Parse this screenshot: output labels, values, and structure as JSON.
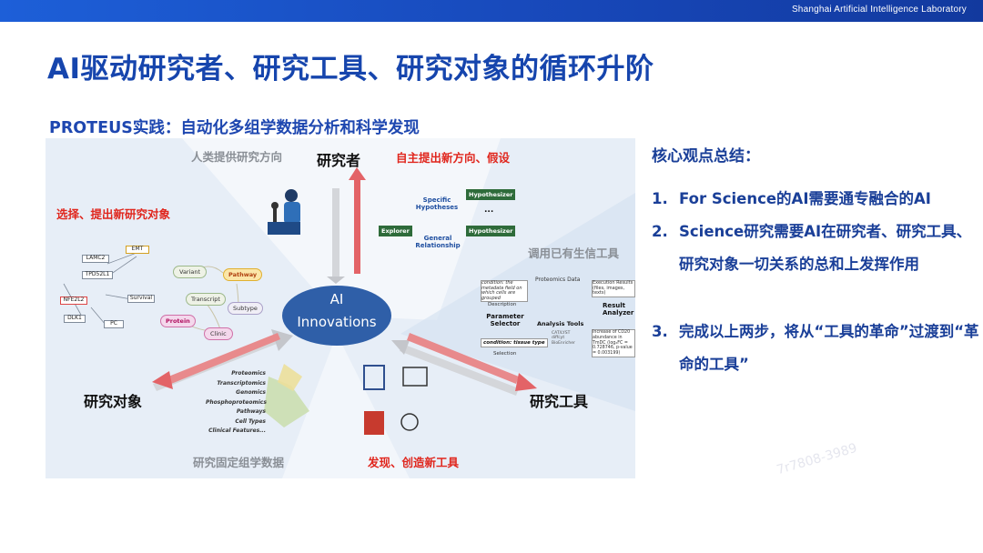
{
  "header": {
    "lab_name": "Shanghai Artificial Intelligence Laboratory"
  },
  "slide": {
    "title": "AI驱动研究者、研究工具、研究对象的循环升阶",
    "subtitle": "PROTEUS实践：自动化多组学数据分析和科学发现"
  },
  "diagram": {
    "center_line1": "AI",
    "center_line2": "Innovations",
    "node_researcher": "研究者",
    "node_objects": "研究对象",
    "node_tools": "研究工具",
    "human_direction": "人类提供研究方向",
    "auto_hypothesis": "自主提出新方向、假设",
    "select_objects": "选择、提出新研究对象",
    "call_tools": "调用已有生信工具",
    "fixed_data": "研究固定组学数据",
    "create_tools": "发现、创造新工具",
    "hypo_specific": "Specific Hypotheses",
    "hypo_general": "General Relationship",
    "hypothesizer1": "Hypothesizer",
    "hypothesizer2": "Hypothesizer",
    "explorer": "Explorer",
    "ellipsis": "...",
    "genes": [
      "LAMC2",
      "EMT",
      "TPD52L1",
      "NFE2L2",
      "Survival",
      "DLK1",
      "PC"
    ],
    "kg_nodes": [
      "Variant",
      "Pathway",
      "Transcript",
      "Subtype",
      "Protein",
      "Clinic"
    ],
    "omics_list": [
      "Proteomics",
      "Transcriptomics",
      "Genomics",
      "Phosphoproteomics",
      "Pathways",
      "Cell Types",
      "Clinical Features..."
    ],
    "tools_panel": {
      "condition_note": "condition: the metadata field on which cells are grouped",
      "description": "Description",
      "param_selector": "Parameter Selector",
      "condition_tissue": "condition: tissue type",
      "selection": "Selection",
      "proteomics_data": "Proteomics Data",
      "analysis_tools": "Analysis Tools",
      "cat_list": "CAT/LYST diffcyt BioEnricher",
      "exec_results": "Execution Results (files, images, texts)",
      "result_analyzer": "Result Analyzer",
      "result_text": "Increase of CD20 abundance in TmDC (log₂FC = 0.728746, p-value = 0.003199)"
    }
  },
  "summary": {
    "heading": "核心观点总结：",
    "points": [
      {
        "num": "1.",
        "text": "For Science的AI需要通专融合的AI"
      },
      {
        "num": "2.",
        "text": "Science研究需要AI在研究者、研究工具、研究对象一切关系的总和上发挥作用"
      },
      {
        "num": "3.",
        "text": "完成以上两步，将从“工具的革命”过渡到“革命的工具”"
      }
    ]
  },
  "watermark": "7r7808-3989",
  "colors": {
    "brand_blue": "#1645ad",
    "accent_red": "#e0261d",
    "center_blue": "#2f5fa8"
  }
}
